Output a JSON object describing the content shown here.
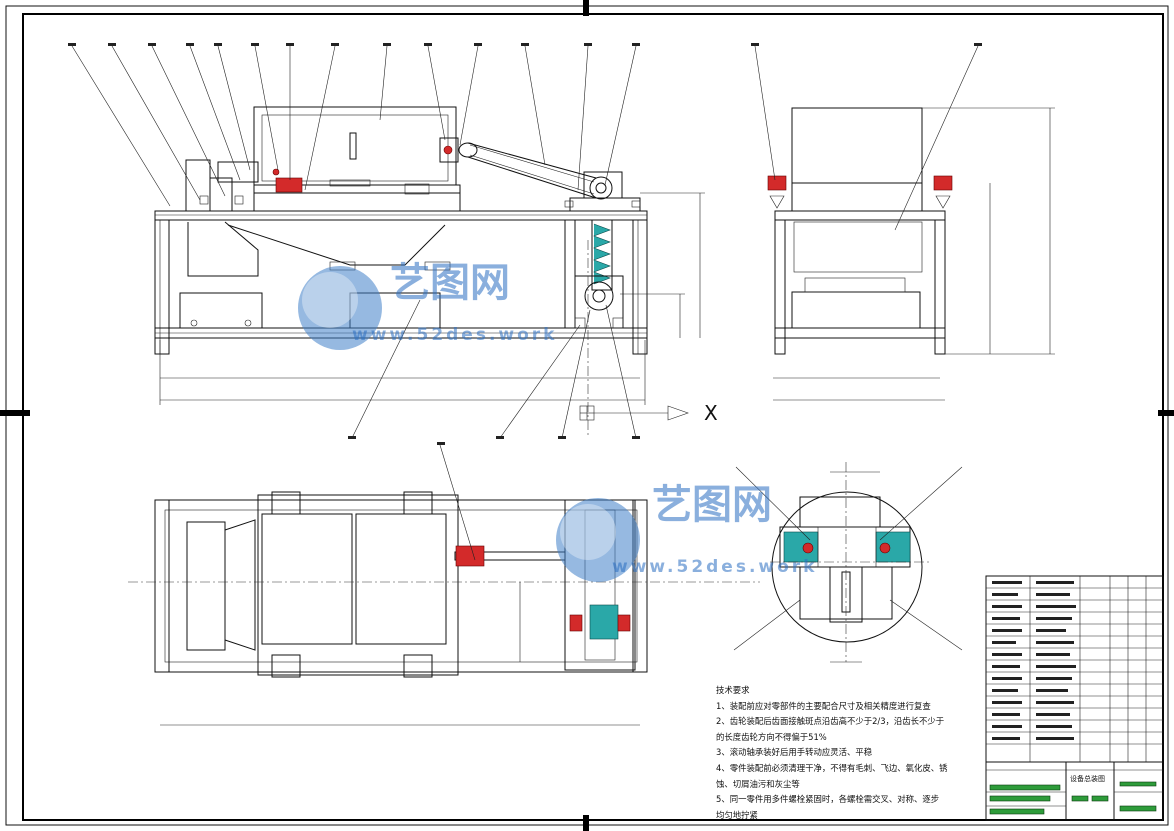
{
  "watermark": {
    "brand": "艺图网",
    "url": "www.52des.work"
  },
  "technical_notes": {
    "title": "技术要求",
    "items": [
      "1、装配前应对零部件的主要配合尺寸及相关精度进行复查",
      "2、齿轮装配后齿面接触斑点沿齿高不少于2/3，沿齿长不少于",
      "的长度齿轮方向不得偏于51%",
      "3、滚动轴承装好后用手转动应灵活、平稳",
      "4、零件装配前必须清理干净，不得有毛刺、飞边、氧化皮、锈",
      "蚀、切屑油污和灰尘等",
      "5、同一零件用多件螺栓紧固时，各螺栓需交叉、对称、逐步",
      "均匀地拧紧"
    ]
  },
  "axis_marker": {
    "letter": "X"
  },
  "title_block": {
    "drawing_name": "设备总装图"
  },
  "colors": {
    "highlight_red": "#d32a2a",
    "highlight_teal": "#2aa8a8",
    "highlight_green": "#2e9c3a",
    "watermark_blue": "#3f7fc9"
  }
}
